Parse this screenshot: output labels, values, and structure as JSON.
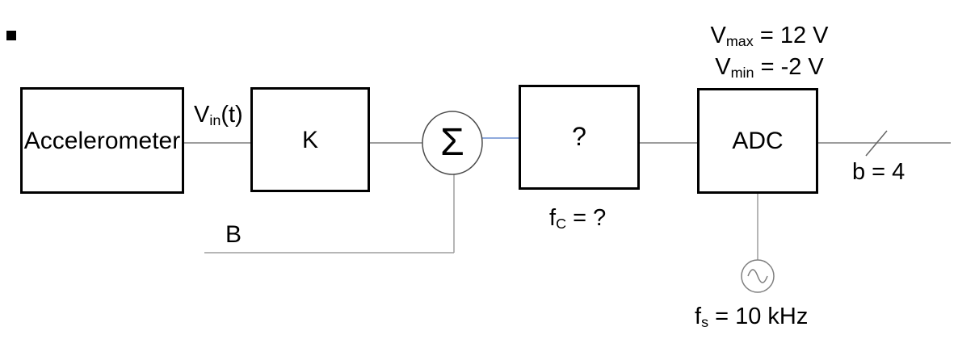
{
  "diagram": {
    "blocks": [
      {
        "id": "accelerometer",
        "label": "Accelerometer"
      },
      {
        "id": "gain",
        "label": "K"
      },
      {
        "id": "filter",
        "label": "?"
      },
      {
        "id": "adc",
        "label": "ADC"
      }
    ],
    "summing": {
      "symbol": "Σ"
    },
    "oscillator": {
      "icon": "sine-wave"
    },
    "annotations": {
      "input_signal": {
        "base": "V",
        "sub": "in",
        "rest": "(t)"
      },
      "bias_label": "B",
      "cutoff_label": {
        "base": "f",
        "sub": "C",
        "rest": " = ?"
      },
      "vmax_label": {
        "base": "V",
        "sub": "max",
        "rest": " = 12 V"
      },
      "vmin_label": {
        "base": "V",
        "sub": "min",
        "rest": " = -2 V"
      },
      "bits_label": "b = 4",
      "sampling_label": {
        "base": "f",
        "sub": "s",
        "rest": " = 10 kHz"
      }
    },
    "colors": {
      "block_border": "#000000",
      "text": "#000000",
      "connector": "#9d9d9d",
      "highlight_connector": "#8faadc",
      "sigma_outline": "#4d4d4d",
      "oscillator_outline": "#7f7f7f",
      "slash": "#666666"
    }
  }
}
